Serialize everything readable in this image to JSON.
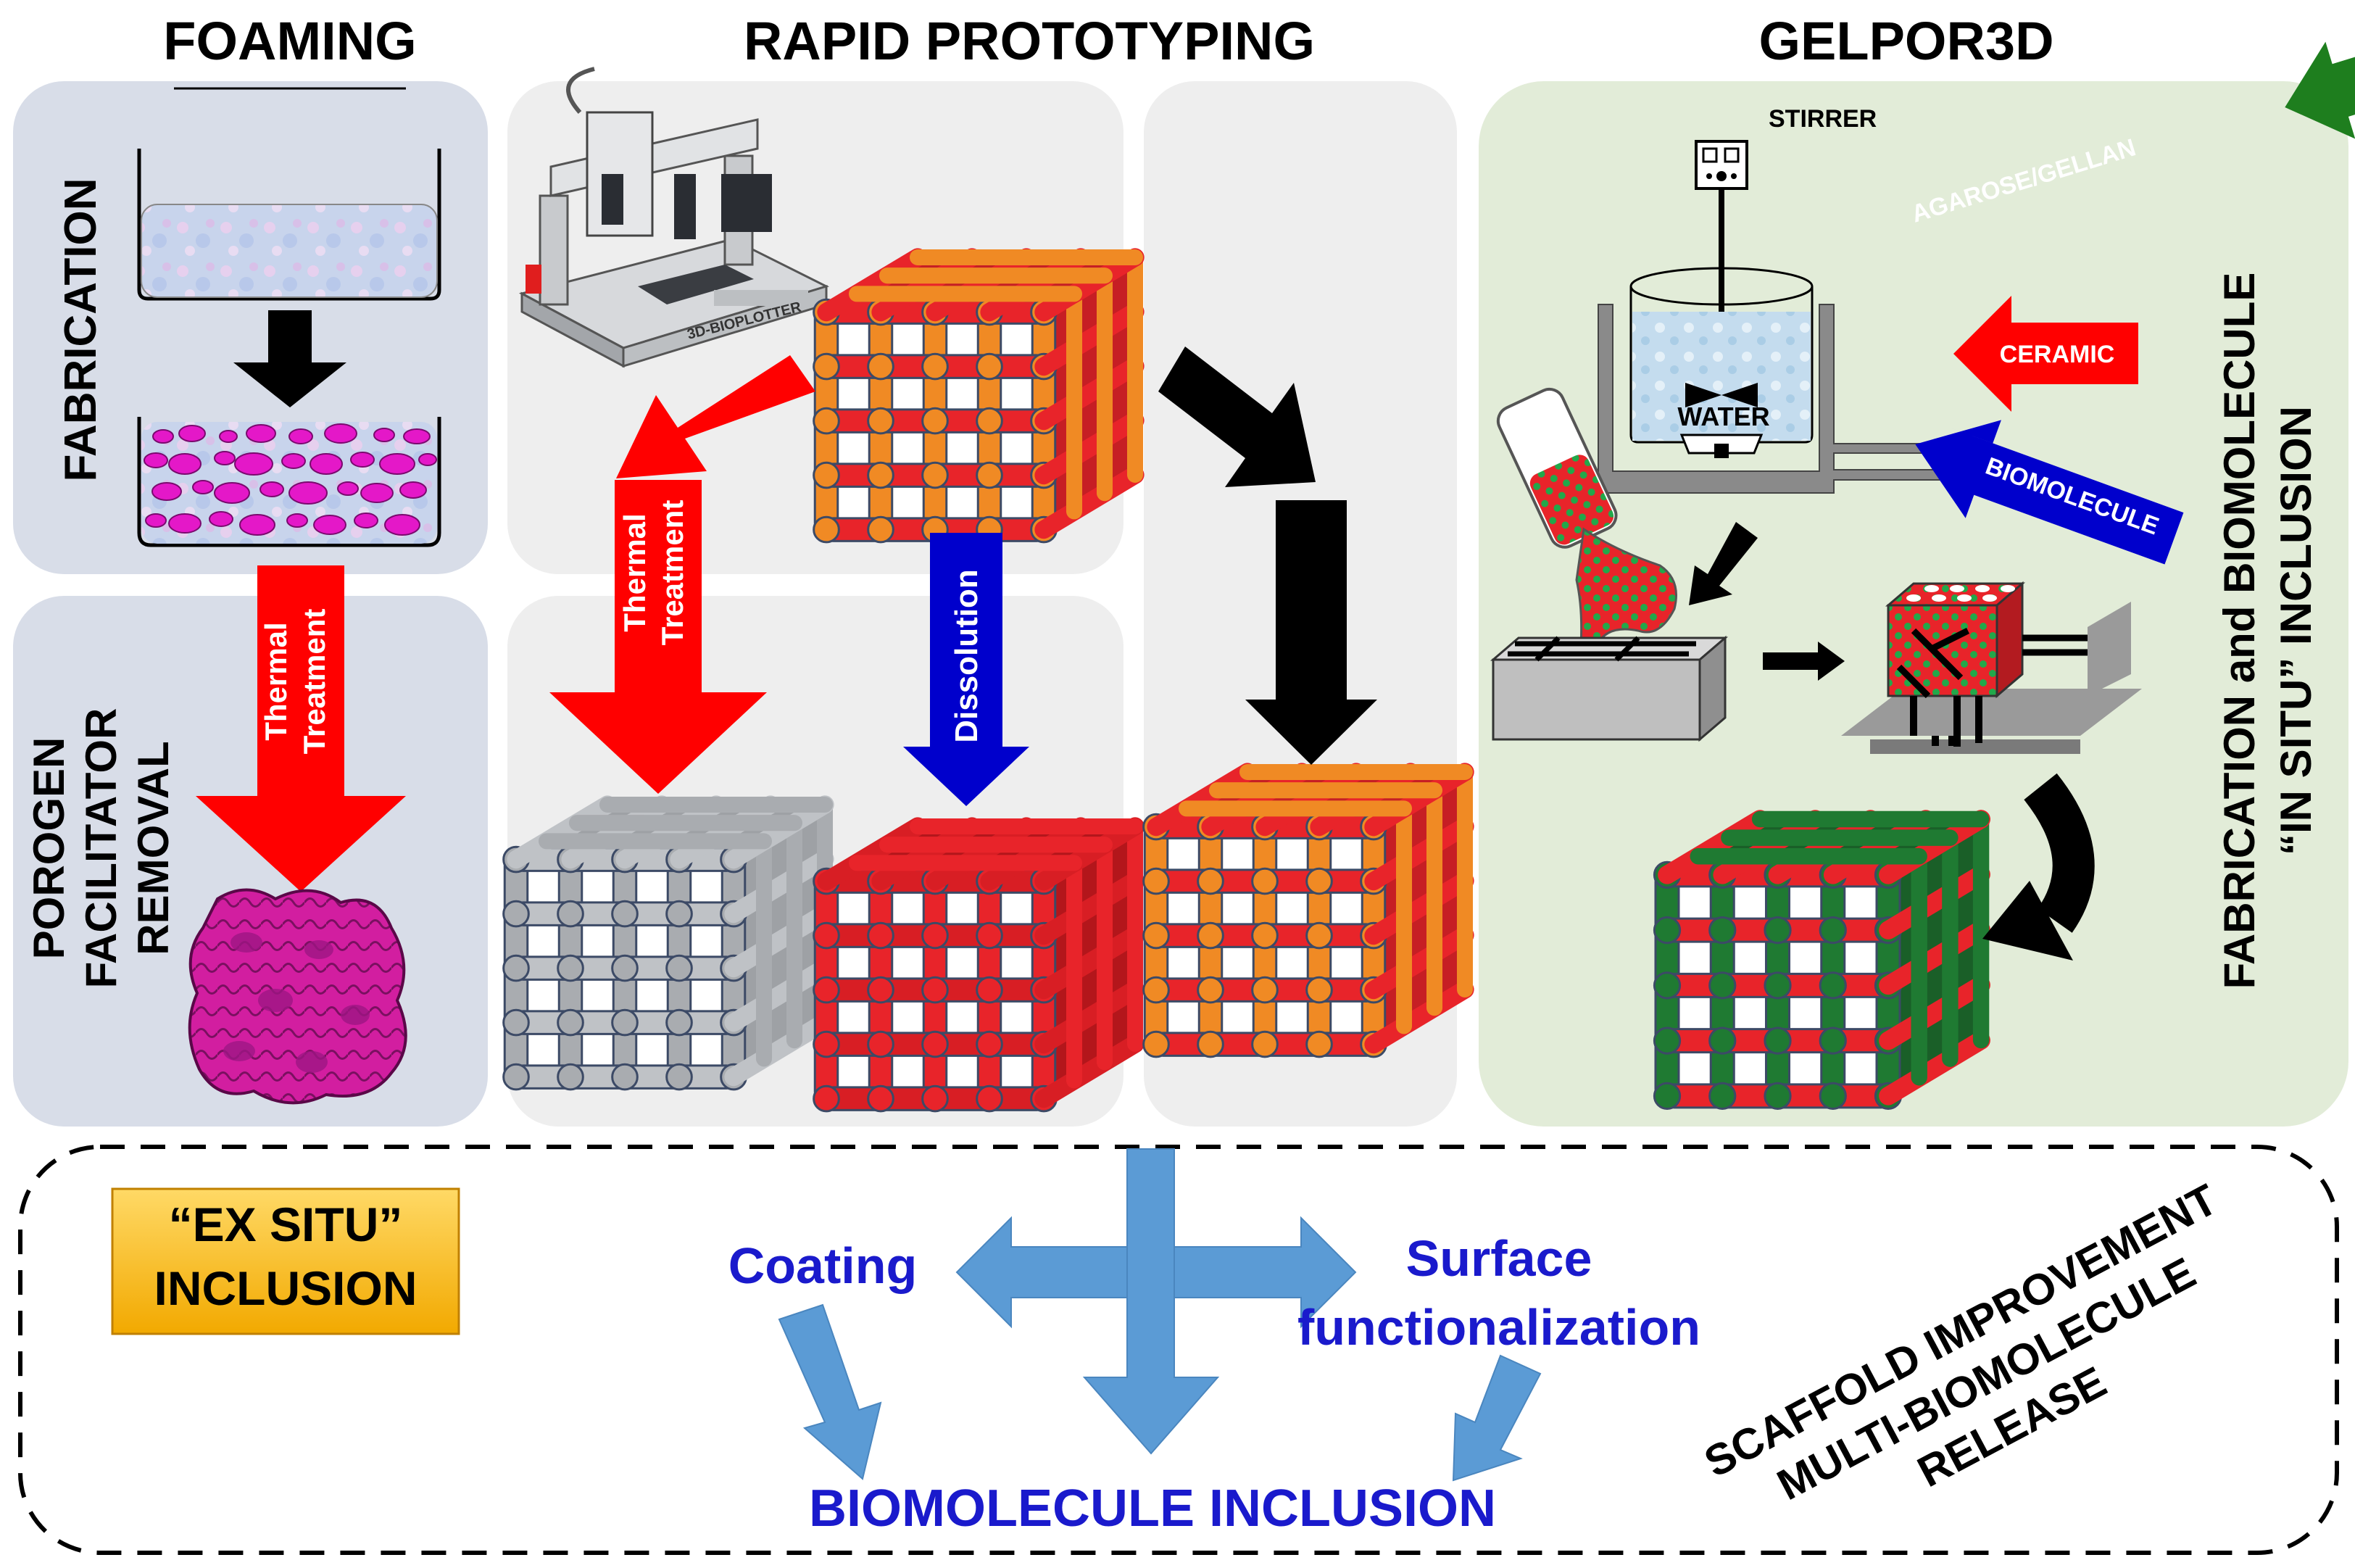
{
  "headings": {
    "foaming": "FOAMING",
    "rapid": "RAPID PROTOTYPING",
    "gelpor": "GELPOR3D"
  },
  "foaming": {
    "fabrication": "FABRICATION",
    "removal_line1": "POROGEN",
    "removal_line2": "FACILITATOR",
    "removal_line3": "REMOVAL",
    "thermal_line1": "Thermal",
    "thermal_line2": "Treatment"
  },
  "rapid": {
    "thermal_line1": "Thermal",
    "thermal_line2": "Treatment",
    "dissolution": "Dissolution",
    "plotter_label": "3D-BIOPLOTTER"
  },
  "gelpor": {
    "stirrer": "STIRRER",
    "water": "WATER",
    "agarose": "AGAROSE/GELLAN",
    "ceramic": "CERAMIC",
    "biomolecule": "BIOMOLECULE",
    "side_line1": "FABRICATION and BIOMOLECULE",
    "side_line2": "“IN SITU” INCLUSION"
  },
  "exsitu": {
    "badge_line1": "“EX SITU”",
    "badge_line2": "INCLUSION",
    "coating": "Coating",
    "surface_line1": "Surface",
    "surface_line2": "functionalization",
    "biomolecule_inclusion": "BIOMOLECULE INCLUSION",
    "improve_line1": "SCAFFOLD IMPROVEMENT",
    "improve_line2": "MULTI-BIOMOLECULE",
    "improve_line3": "RELEASE"
  },
  "colors": {
    "panel_grey": "#eeeeee",
    "panel_blue": "#d8dde8",
    "panel_green": "#e2ecd8",
    "arrow_red": "#ff0000",
    "arrow_blue": "#0000cc",
    "arrow_green": "#1e7e1e",
    "arrow_black": "#000000",
    "arrow_light_blue": "#5b9bd5",
    "text_blue": "#1a1acc",
    "rod_red": "#e8242a",
    "rod_orange": "#f08a24",
    "rod_grey": "#a9acb0",
    "rod_green": "#1f7a32",
    "badge_gold": "#ffc000",
    "magenta": "#d21ea0"
  }
}
